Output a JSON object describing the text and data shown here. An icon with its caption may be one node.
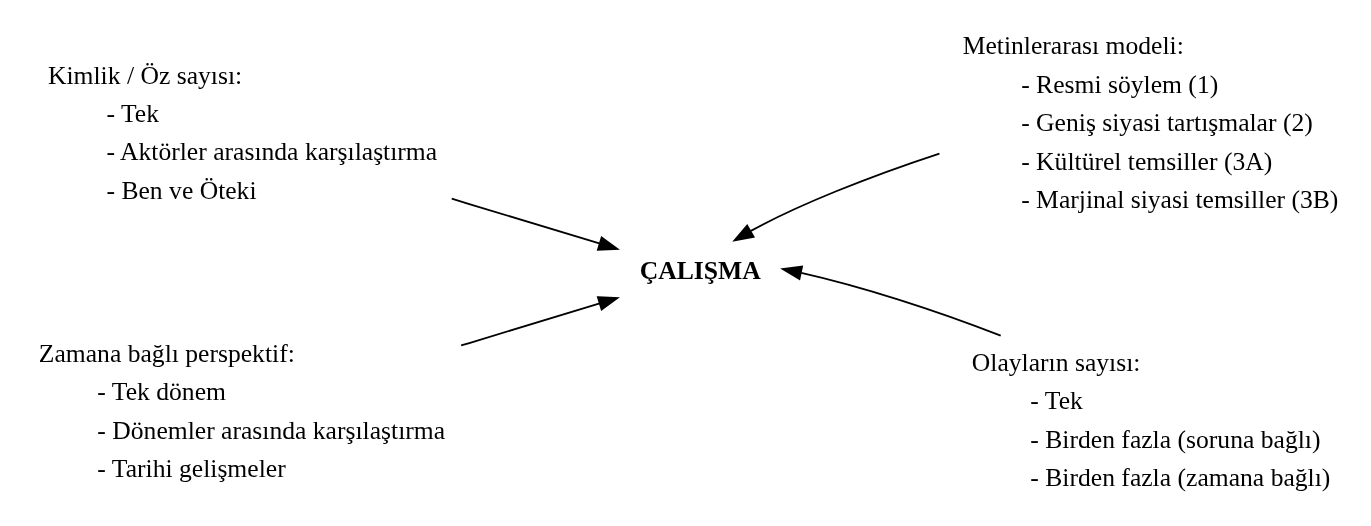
{
  "diagram": {
    "nodes": [
      {
        "text": [
          "Kimlik / Öz sayısı:",
          "- Tek",
          "- Aktörler arasında karşılaştırma",
          "- Ben ve Öteki"
        ]
      },
      {
        "text": [
          "Metinlerarası modeli:",
          "- Resmi söylem (1)",
          "- Geniş siyasi tartışmalar (2)",
          "- Kültürel temsiller (3A)",
          "- Marjinal siyasi temsiller (3B)"
        ]
      },
      {
        "text": [
          "ÇALIŞMA"
        ]
      },
      {
        "text": [
          "Zamana bağlı perspektif:",
          "- Tek dönem",
          "- Dönemler arasında karşılaştırma",
          "- Tarihi gelişmeler"
        ]
      },
      {
        "text": [
          "Olayların sayısı:",
          "- Tek",
          "- Birden fazla (soruna bağlı)",
          "- Birden fazla (zamana bağlı)"
        ]
      }
    ],
    "edges": [
      {
        "from": 0,
        "to": 2,
        "arrow": "to"
      },
      {
        "from": 1,
        "to": 2,
        "arrow": "to"
      },
      {
        "from": 3,
        "to": 2,
        "arrow": "to"
      },
      {
        "from": 4,
        "to": 2,
        "arrow": "to"
      }
    ]
  }
}
